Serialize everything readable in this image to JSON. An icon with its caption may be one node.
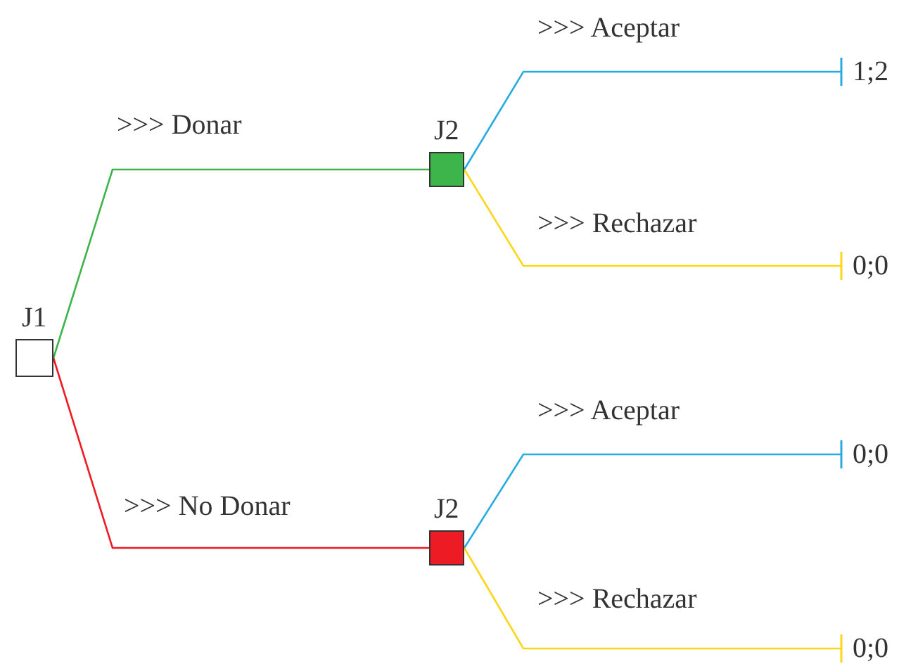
{
  "diagram": {
    "nodes": [
      {
        "text": [
          "J1"
        ]
      },
      {
        "text": [
          "J2"
        ]
      },
      {
        "text": [
          "J2"
        ]
      },
      {
        "text": [
          "1;2"
        ]
      },
      {
        "text": [
          "0;0"
        ]
      },
      {
        "text": [
          "0;0"
        ]
      },
      {
        "text": [
          "0;0"
        ]
      }
    ],
    "edges": [
      {
        "from": 0,
        "to": 1,
        "arrow": "none",
        "label": ">>> Donar",
        "color": "#3db54a"
      },
      {
        "from": 0,
        "to": 2,
        "arrow": "none",
        "label": ">>> No Donar",
        "color": "#ed1c24"
      },
      {
        "from": 1,
        "to": 3,
        "arrow": "other",
        "label": ">>> Aceptar",
        "color": "#29abe2"
      },
      {
        "from": 1,
        "to": 4,
        "arrow": "other",
        "label": ">>> Rechazar",
        "color": "#ffd51a"
      },
      {
        "from": 2,
        "to": 5,
        "arrow": "other",
        "label": ">>> Aceptar",
        "color": "#29abe2"
      },
      {
        "from": 2,
        "to": 6,
        "arrow": "other",
        "label": ">>> Rechazar",
        "color": "#ffd51a"
      }
    ]
  }
}
